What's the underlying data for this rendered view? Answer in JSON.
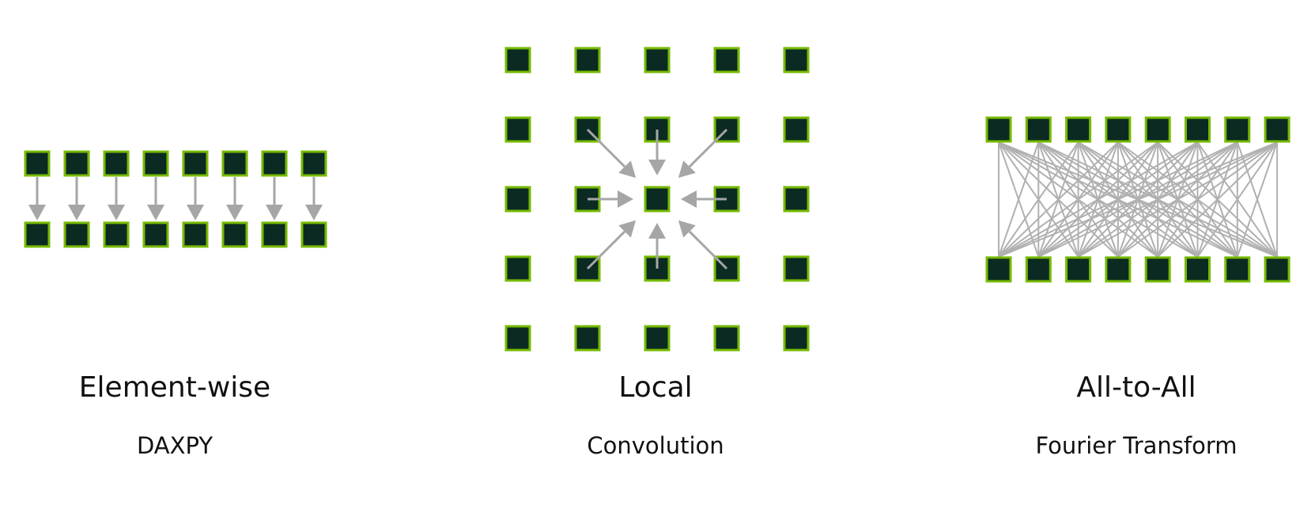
{
  "panels": [
    {
      "id": "element-wise",
      "title": "Element-wise",
      "example": "DAXPY",
      "type": "element-wise"
    },
    {
      "id": "local",
      "title": "Local",
      "example": "Convolution",
      "type": "local"
    },
    {
      "id": "all-to-all",
      "title": "All-to-All",
      "example": "Fourier Transform",
      "type": "all-to-all"
    }
  ],
  "colors": {
    "cell_fill": "#0b2a22",
    "cell_border": "#76b900",
    "connector": "#a6a6a6"
  }
}
